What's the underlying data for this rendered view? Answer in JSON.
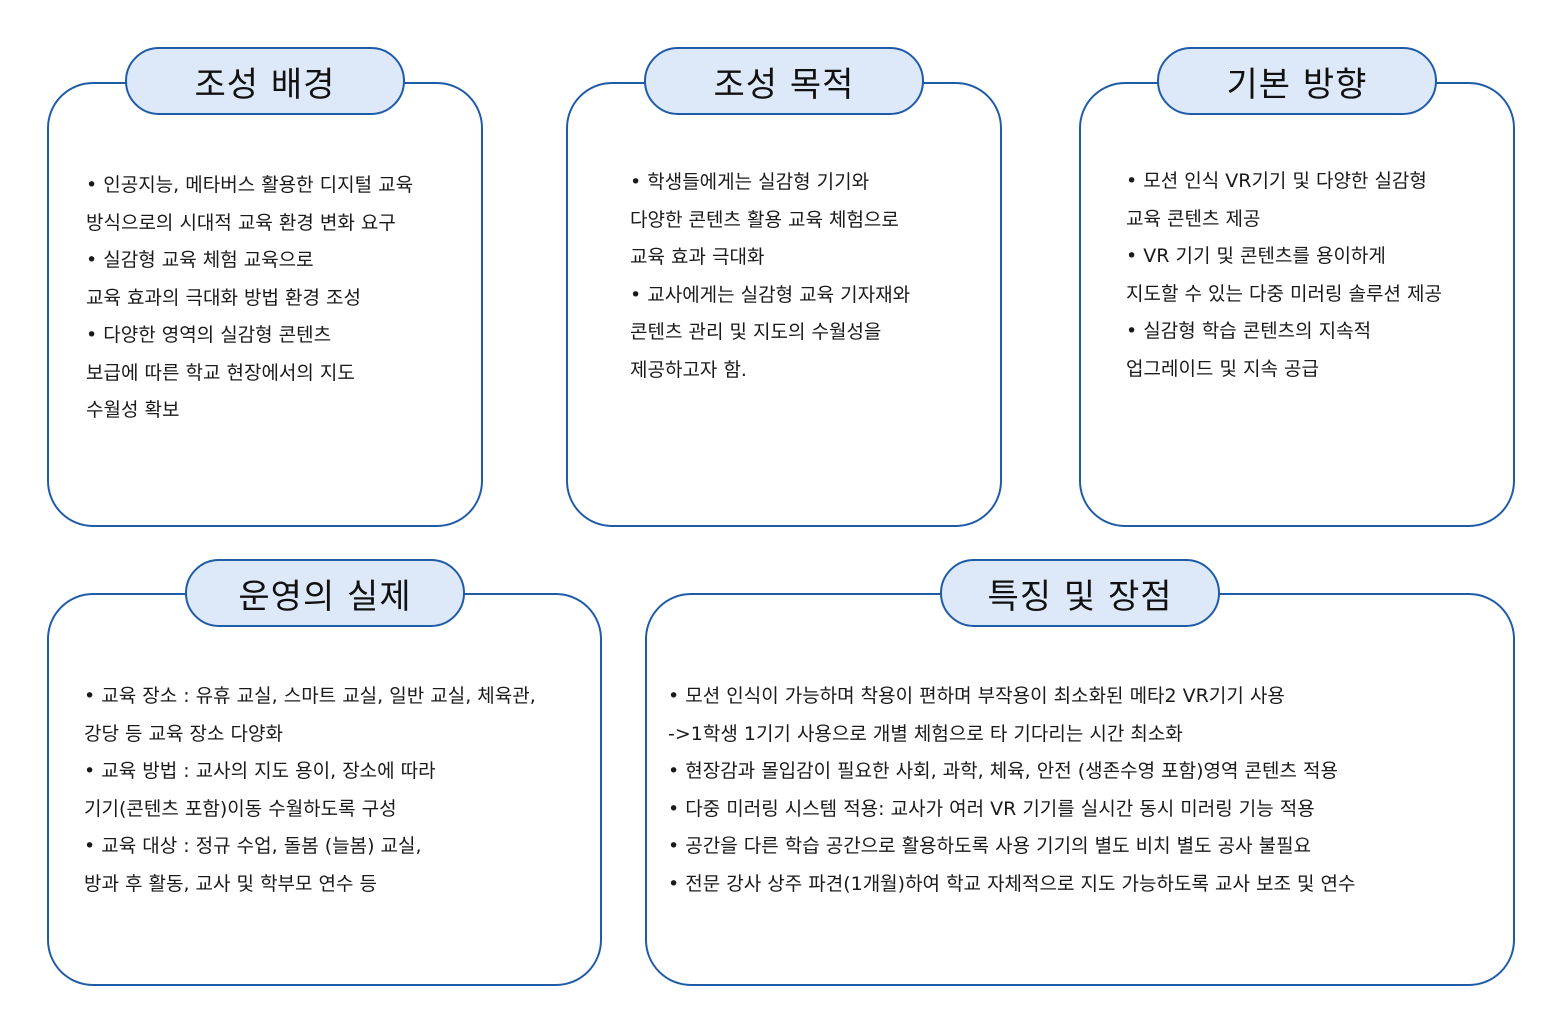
{
  "accent_color": "#1f5ca8",
  "pill_fill_color": "#dde9f9",
  "cards": [
    {
      "title": "조성 배경",
      "lines": [
        "• 인공지능, 메타버스 활용한 디지털 교육",
        "방식으로의 시대적 교육 환경 변화 요구",
        "• 실감형 교육 체험 교육으로",
        "교육 효과의 극대화 방법 환경 조성",
        "• 다양한 영역의 실감형 콘텐츠",
        "보급에 따른 학교 현장에서의 지도",
        "수월성 확보"
      ]
    },
    {
      "title": "조성 목적",
      "lines": [
        "• 학생들에게는 실감형 기기와",
        "다양한 콘텐츠 활용 교육 체험으로",
        "교육 효과 극대화",
        "• 교사에게는 실감형 교육 기자재와",
        "콘텐츠 관리 및 지도의 수월성을",
        "제공하고자 함."
      ]
    },
    {
      "title": "기본 방향",
      "lines": [
        "• 모션 인식 VR기기 및 다양한 실감형",
        "교육 콘텐츠 제공",
        "• VR 기기 및 콘텐츠를 용이하게",
        "지도할 수 있는 다중 미러링 솔루션 제공",
        "• 실감형 학습 콘텐츠의 지속적",
        "업그레이드 및 지속 공급"
      ]
    },
    {
      "title": "운영의 실제",
      "lines": [
        "• 교육 장소 : 유휴 교실, 스마트 교실, 일반 교실, 체육관,",
        "강당 등 교육 장소 다양화",
        "• 교육 방법 : 교사의 지도 용이, 장소에 따라",
        "기기(콘텐츠 포함)이동 수월하도록 구성",
        "• 교육 대상 : 정규 수업, 돌봄 (늘봄) 교실,",
        "방과 후 활동, 교사 및 학부모 연수 등"
      ]
    },
    {
      "title": "특징 및 장점",
      "lines": [
        "• 모션 인식이 가능하며 착용이 편하며 부작용이 최소화된 메타2 VR기기 사용",
        "->1학생 1기기 사용으로 개별 체험으로 타 기다리는 시간 최소화",
        "• 현장감과 몰입감이 필요한 사회, 과학, 체육, 안전 (생존수영 포함)영역 콘텐츠 적용",
        "• 다중 미러링 시스템 적용: 교사가 여러 VR 기기를 실시간 동시 미러링 기능 적용",
        "• 공간을 다른 학습 공간으로 활용하도록 사용 기기의 별도 비치 별도 공사 불필요",
        "• 전문 강사 상주 파견(1개월)하여 학교 자체적으로 지도 가능하도록 교사 보조 및 연수"
      ]
    }
  ]
}
